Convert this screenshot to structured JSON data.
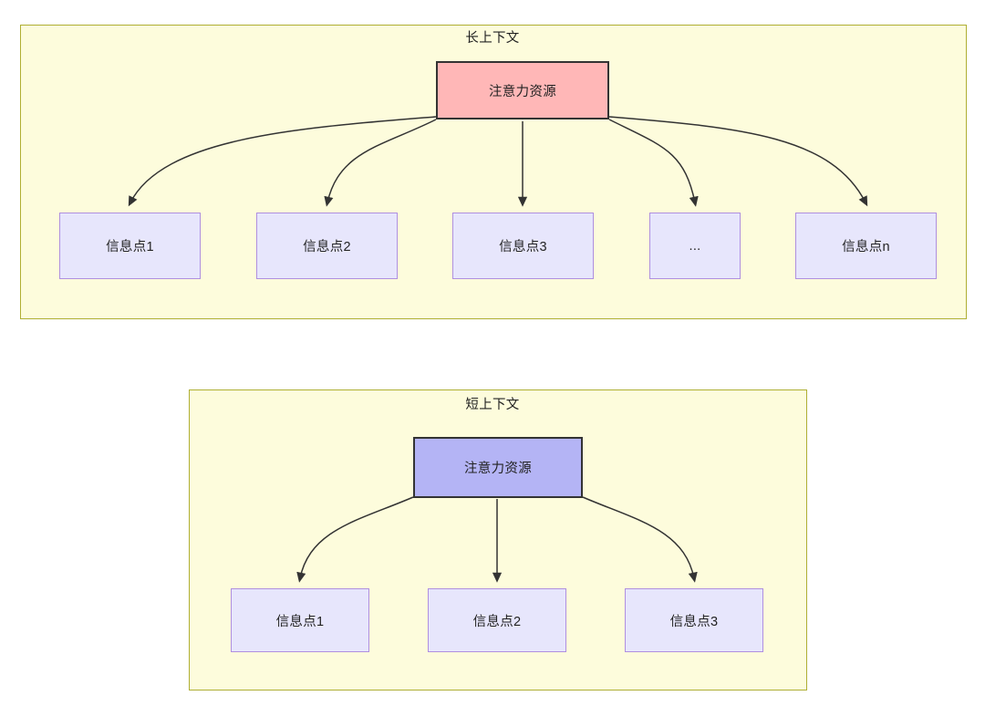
{
  "diagram": {
    "type": "flowchart",
    "panels": [
      {
        "id": "long-context",
        "title": "长上下文",
        "root": {
          "label": "注意力资源",
          "fill": "#FFB7B7",
          "stroke": "#333333"
        },
        "children": [
          {
            "label": "信息点1"
          },
          {
            "label": "信息点2"
          },
          {
            "label": "信息点3"
          },
          {
            "label": "..."
          },
          {
            "label": "信息点n"
          }
        ]
      },
      {
        "id": "short-context",
        "title": "短上下文",
        "root": {
          "label": "注意力资源",
          "fill": "#B4B4F5",
          "stroke": "#333333"
        },
        "children": [
          {
            "label": "信息点1"
          },
          {
            "label": "信息点2"
          },
          {
            "label": "信息点3"
          }
        ]
      }
    ],
    "colors": {
      "panel_fill": "#FDFCDC",
      "panel_stroke": "#AFAF33",
      "info_fill": "#E7E6FC",
      "info_stroke": "#AF8FE0",
      "edge_stroke": "#333333",
      "text": "#232323",
      "page_background": "#FFFFFF"
    }
  }
}
